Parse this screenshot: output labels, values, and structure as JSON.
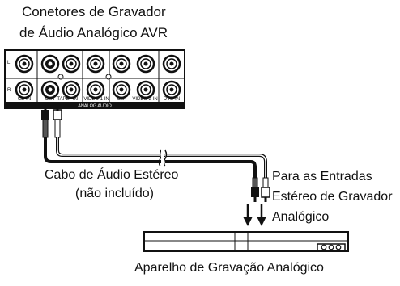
{
  "title": {
    "line1": "Conetores de Gravador",
    "line2": "de Áudio Analógico AVR"
  },
  "cable_label": {
    "line1": "Cabo de Áudio Estéreo",
    "line2": "(não incluído)"
  },
  "inputs_label": {
    "line1": "Para as Entradas",
    "line2": "Estéreo de Gravador",
    "line3": "Analógico"
  },
  "device_label": "Aparelho de Gravação Analógico",
  "panel": {
    "row_labels": [
      "L",
      "R"
    ],
    "jack_labels": [
      "CD IN",
      "OUT",
      "TAPE",
      "IN",
      "VIDEO 1 IN",
      "OUT",
      "VIDEO 2 IN",
      "DVD IN"
    ],
    "footer": "ANALOG AUDIO"
  },
  "colors": {
    "line": "#111111",
    "panel_bg": "#ffffff",
    "panel_footer": "#111111"
  }
}
